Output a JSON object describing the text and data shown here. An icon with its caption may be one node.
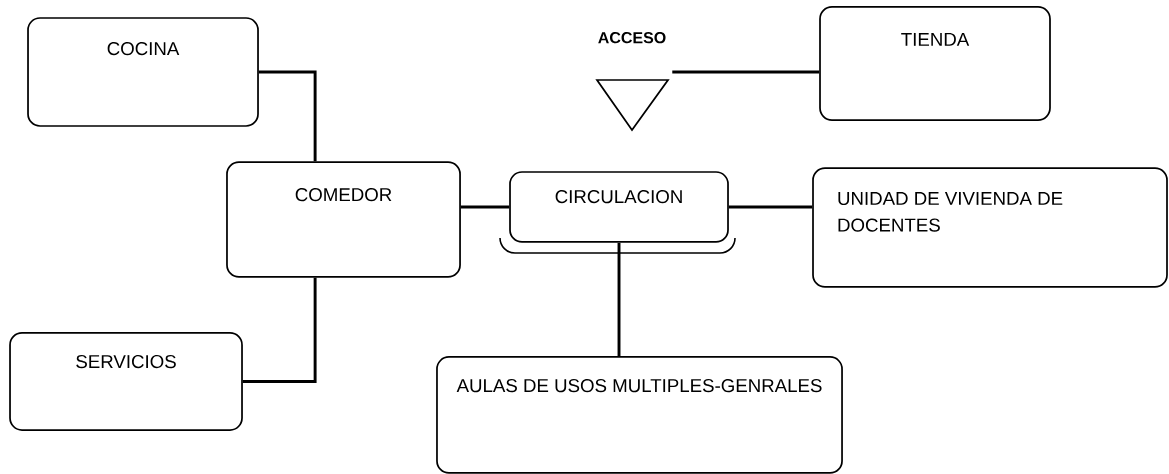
{
  "diagram": {
    "nodes": [
      {
        "text": [
          "COCINA"
        ]
      },
      {
        "text": [
          "ACCESO"
        ]
      },
      {
        "text": [
          "TIENDA"
        ]
      },
      {
        "text": [
          "COMEDOR"
        ]
      },
      {
        "text": [
          "CIRCULACION"
        ]
      },
      {
        "text": [
          "UNIDAD DE VIVIENDA DE DOCENTES"
        ]
      },
      {
        "text": [
          "SERVICIOS"
        ]
      },
      {
        "text": [
          "AULAS DE USOS MULTIPLES-GENRALES"
        ]
      }
    ],
    "edges": [
      {
        "from": 0,
        "to": 3,
        "arrow": "none"
      },
      {
        "from": 1,
        "to": 2,
        "arrow": "none"
      },
      {
        "from": 3,
        "to": 4,
        "arrow": "none"
      },
      {
        "from": 4,
        "to": 5,
        "arrow": "none"
      },
      {
        "from": 4,
        "to": 7,
        "arrow": "none"
      },
      {
        "from": 6,
        "to": 3,
        "arrow": "none"
      }
    ]
  }
}
